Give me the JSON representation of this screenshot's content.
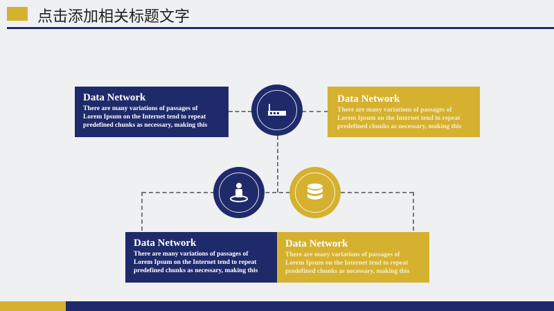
{
  "slide": {
    "title": "点击添加相关标题文字"
  },
  "colors": {
    "navy": "#1f2a6b",
    "gold": "#d5b12f",
    "background": "#eff0f2"
  },
  "boxes": [
    {
      "heading": "Data Network",
      "line1": "There are many variations of passages of",
      "line2": "Lorem Ipsum on the Internet tend to repeat",
      "line3": "predefined chunks as necessary, making this"
    },
    {
      "heading": "Data Network",
      "line1": "There are many variations of passages of",
      "line2": "Lorem Ipsum on the Internet tend to repeat",
      "line3": "predefined chunks as necessary, making this"
    },
    {
      "heading": "Data Network",
      "line1": "There are many variations of passages of",
      "line2": "Lorem Ipsum on the Internet tend to repeat",
      "line3": "predefined chunks as necessary, making this"
    },
    {
      "heading": "Data Network",
      "line1": "There are many variations of passages of",
      "line2": "Lorem Ipsum on the Internet tend to repeat",
      "line3": "predefined chunks as necessary, making this"
    }
  ],
  "icons": [
    "router-icon",
    "user-icon",
    "database-icon"
  ]
}
